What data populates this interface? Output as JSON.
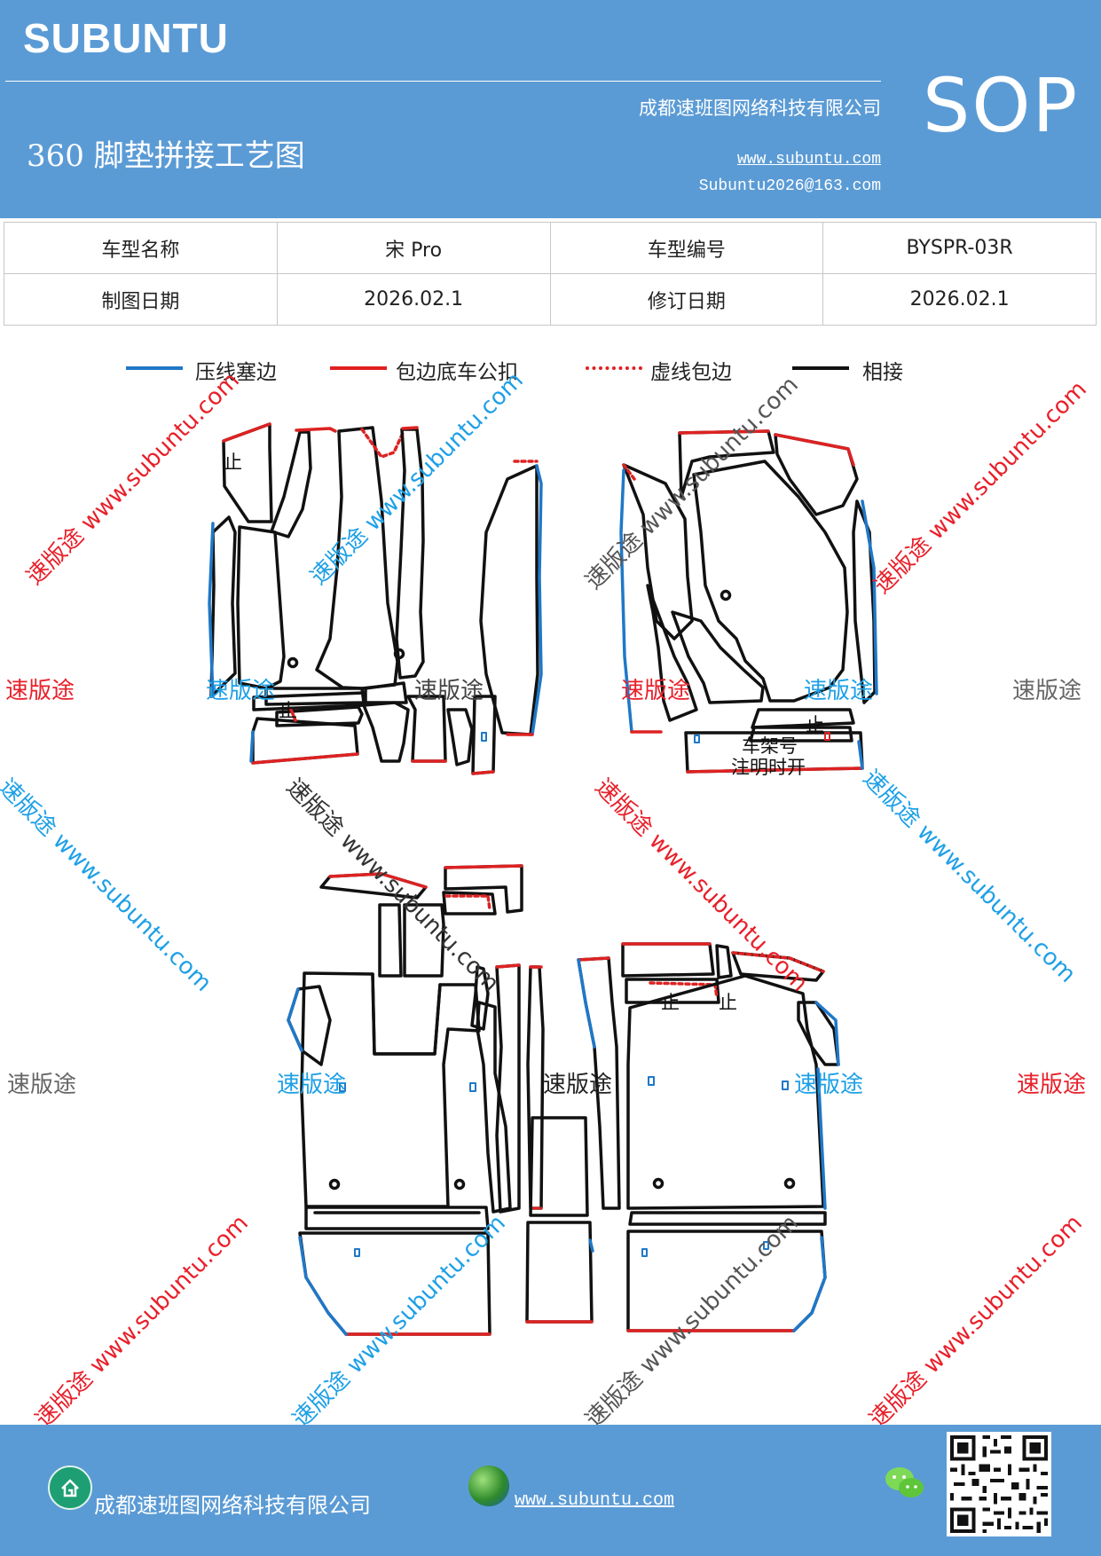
{
  "header": {
    "brand": "SUBUNTU",
    "company": "成都速班图网络科技有限公司",
    "title": "360 脚垫拼接工艺图",
    "website": "www.subuntu.com",
    "email": "Subuntu2026@163.com",
    "doc_type": "SOP"
  },
  "info": {
    "model_name_label": "车型名称",
    "model_name": "宋 Pro",
    "model_code_label": "车型编号",
    "model_code": "BYSPR-03R",
    "draw_date_label": "制图日期",
    "draw_date": "2026.02.1",
    "revise_date_label": "修订日期",
    "revise_date": "2026.02.1"
  },
  "legend": [
    {
      "label": "压线塞边",
      "color": "#1f78c8",
      "style": "solid"
    },
    {
      "label": "包边底车公扣",
      "color": "#e02020",
      "style": "solid"
    },
    {
      "label": "虚线包边",
      "color": "#e02020",
      "style": "dotted"
    },
    {
      "label": "相接",
      "color": "#111111",
      "style": "solid"
    }
  ],
  "drawing": {
    "stop_mark": "止",
    "vin_note_line1": "车架号",
    "vin_note_line2": "注明时开"
  },
  "watermark": {
    "brand_text": "速版途",
    "url_text": "速版途 www.subuntu.com",
    "color_red": "#e8202a",
    "color_blue": "#1ea0e6",
    "color_gray": "#666666"
  },
  "footer": {
    "company": "成都速班图网络科技有限公司",
    "website": "www.subuntu.com"
  },
  "icons": [
    "home-icon",
    "globe-icon",
    "wechat-icon",
    "qr-code"
  ]
}
